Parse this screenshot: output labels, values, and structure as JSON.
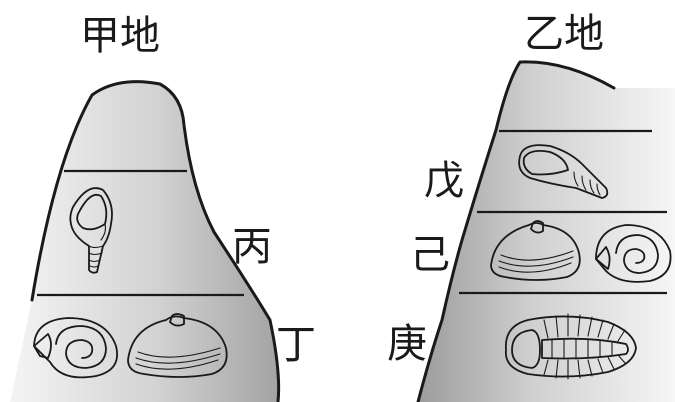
{
  "site_a": {
    "name": "甲地",
    "layers": [
      {
        "label": "丙",
        "fossils": [
          "spiral-snail"
        ]
      },
      {
        "label": "丁",
        "fossils": [
          "coiled-ammonite",
          "bivalve-clam"
        ]
      }
    ]
  },
  "site_b": {
    "name": "乙地",
    "layers": [
      {
        "label": "戊",
        "fossils": [
          "spiral-snail"
        ]
      },
      {
        "label": "己",
        "fossils": [
          "bivalve-clam",
          "coiled-ammonite"
        ]
      },
      {
        "label": "庚",
        "fossils": [
          "trilobite"
        ]
      }
    ]
  },
  "colors": {
    "rock_light": "#f4f4f4",
    "rock_dark": "#9a9a9a",
    "fossil_fill": "#a9a9a9",
    "shell_fill": "#ffffff",
    "outline": "#1a1a1a"
  }
}
